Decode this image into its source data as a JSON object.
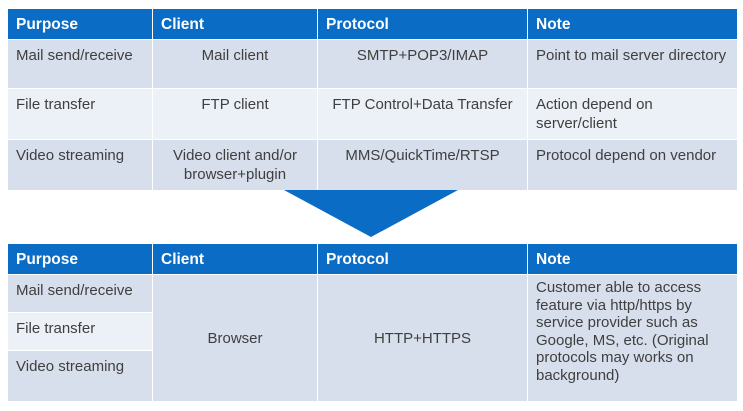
{
  "headers": [
    "Purpose",
    "Client",
    "Protocol",
    "Note"
  ],
  "top_table": {
    "rows": [
      {
        "purpose": "Mail send/receive",
        "client": "Mail client",
        "protocol": "SMTP+POP3/IMAP",
        "note": "Point to mail server directory"
      },
      {
        "purpose": "File transfer",
        "client": "FTP client",
        "protocol": "FTP Control+Data Transfer",
        "note": "Action depend on server/client"
      },
      {
        "purpose": "Video streaming",
        "client": "Video client and/or browser+plugin",
        "protocol": "MMS/QuickTime/RTSP",
        "note": "Protocol depend on vendor"
      }
    ]
  },
  "bottom_table": {
    "purposes": [
      "Mail send/receive",
      "File transfer",
      "Video streaming"
    ],
    "client": "Browser",
    "protocol": "HTTP+HTTPS",
    "note": "Customer able to access feature via http/https by service provider such as Google, MS, etc. (Original protocols may works on background)"
  },
  "colors": {
    "header": "#0a6cc5",
    "row_dark": "#d7deec",
    "row_light": "#ecf0f7",
    "arrow": "#0a6cc5"
  },
  "arrow_icon": "down-arrow-icon"
}
